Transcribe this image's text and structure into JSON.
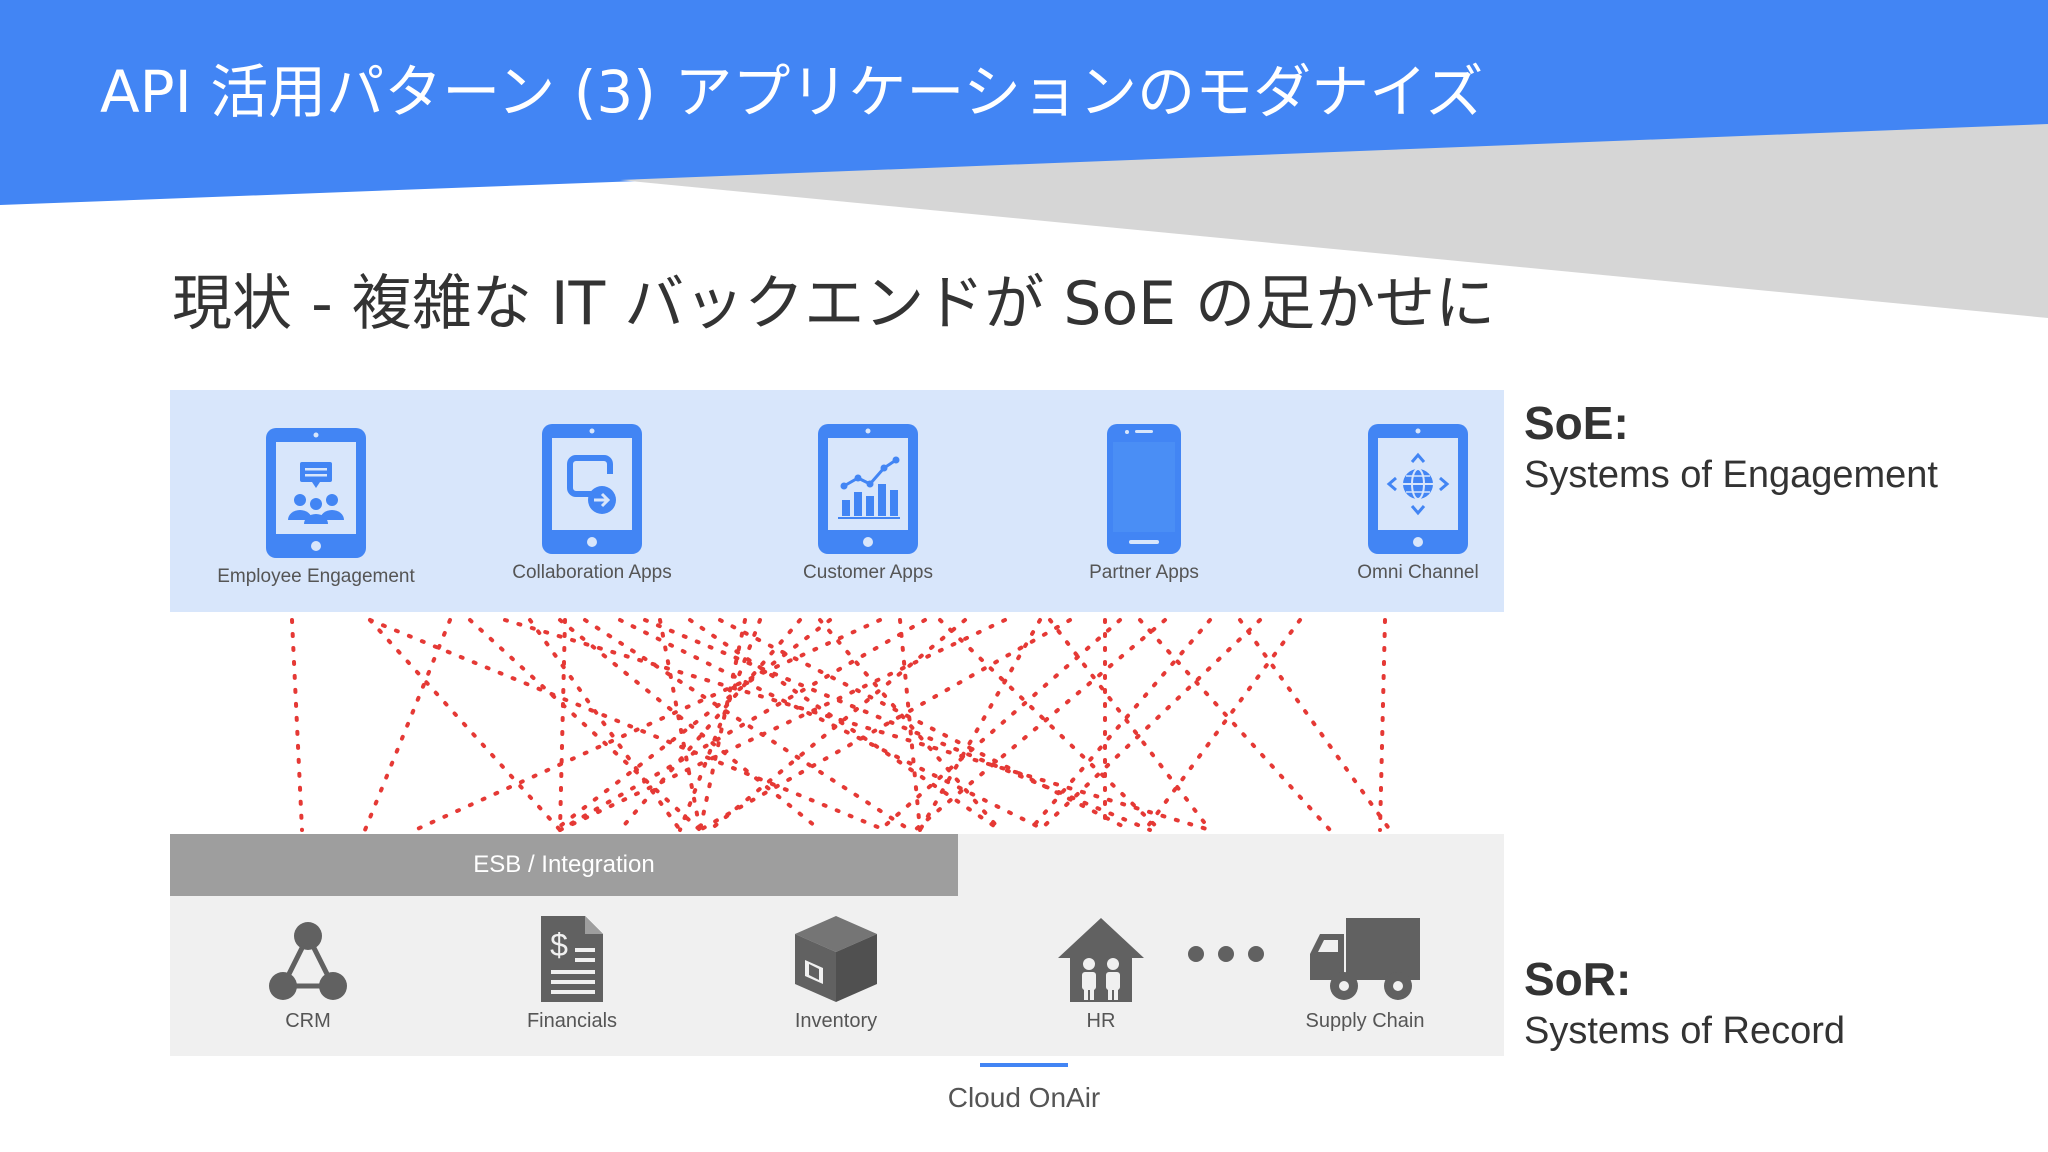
{
  "title": "API 活用パターン (3) アプリケーションのモダナイズ",
  "subtitle": "現状 - 複雑な IT バックエンドが SoE の足かせに",
  "soe": {
    "heading": "SoE:",
    "description": "Systems of Engagement",
    "apps": [
      {
        "label": "Employee Engagement",
        "icon": "tablet-people-chat-icon"
      },
      {
        "label": "Collaboration Apps",
        "icon": "tablet-share-arrow-icon"
      },
      {
        "label": "Customer Apps",
        "icon": "tablet-chart-icon"
      },
      {
        "label": "Partner Apps",
        "icon": "phone-icon"
      },
      {
        "label": "Omni Channel",
        "icon": "tablet-globe-icon"
      }
    ]
  },
  "integration": {
    "label": "ESB / Integration"
  },
  "sor": {
    "heading": "SoR:",
    "description": "Systems of Record",
    "systems": [
      {
        "label": "CRM",
        "icon": "network-nodes-icon"
      },
      {
        "label": "Financials",
        "icon": "dollar-document-icon"
      },
      {
        "label": "Inventory",
        "icon": "box-icon"
      },
      {
        "label": "HR",
        "icon": "house-people-icon"
      },
      {
        "label": "Supply Chain",
        "icon": "truck-icon"
      }
    ]
  },
  "footer": {
    "brand": "Cloud OnAir"
  },
  "colors": {
    "banner": "#4285f4",
    "accent_gray": "#d6d6d6",
    "soe_panel": "#d8e6fb",
    "sor_panel": "#f0f0f0",
    "esb_bar": "#9e9e9e",
    "connection_lines": "#e53935",
    "icon_blue": "#4285f4",
    "icon_gray": "#616161"
  }
}
